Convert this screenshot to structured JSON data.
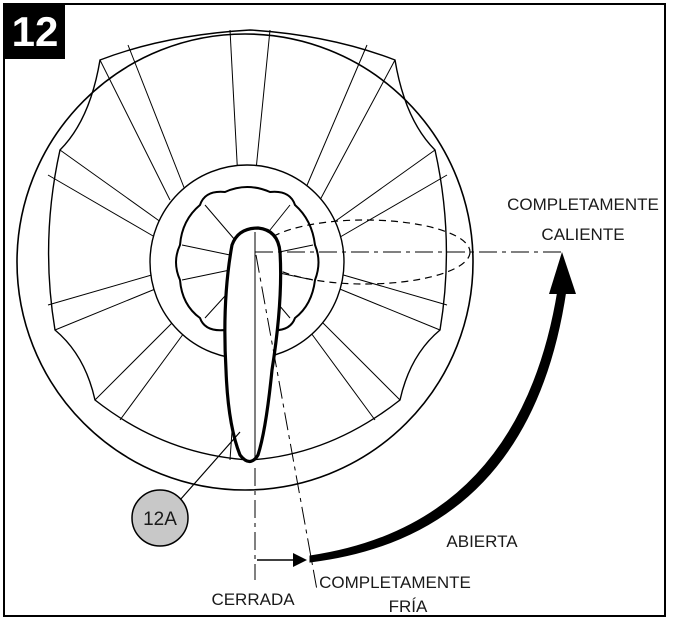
{
  "step_number": "12",
  "callout": "12A",
  "labels": {
    "hot_line1": "COMPLETAMENTE",
    "hot_line2": "CALIENTE",
    "open": "ABIERTA",
    "closed": "CERRADA",
    "cold_line1": "COMPLETAMENTE",
    "cold_line2": "FRÍA"
  },
  "colors": {
    "line": "#000000",
    "callout_fill": "#c8c8c8"
  }
}
